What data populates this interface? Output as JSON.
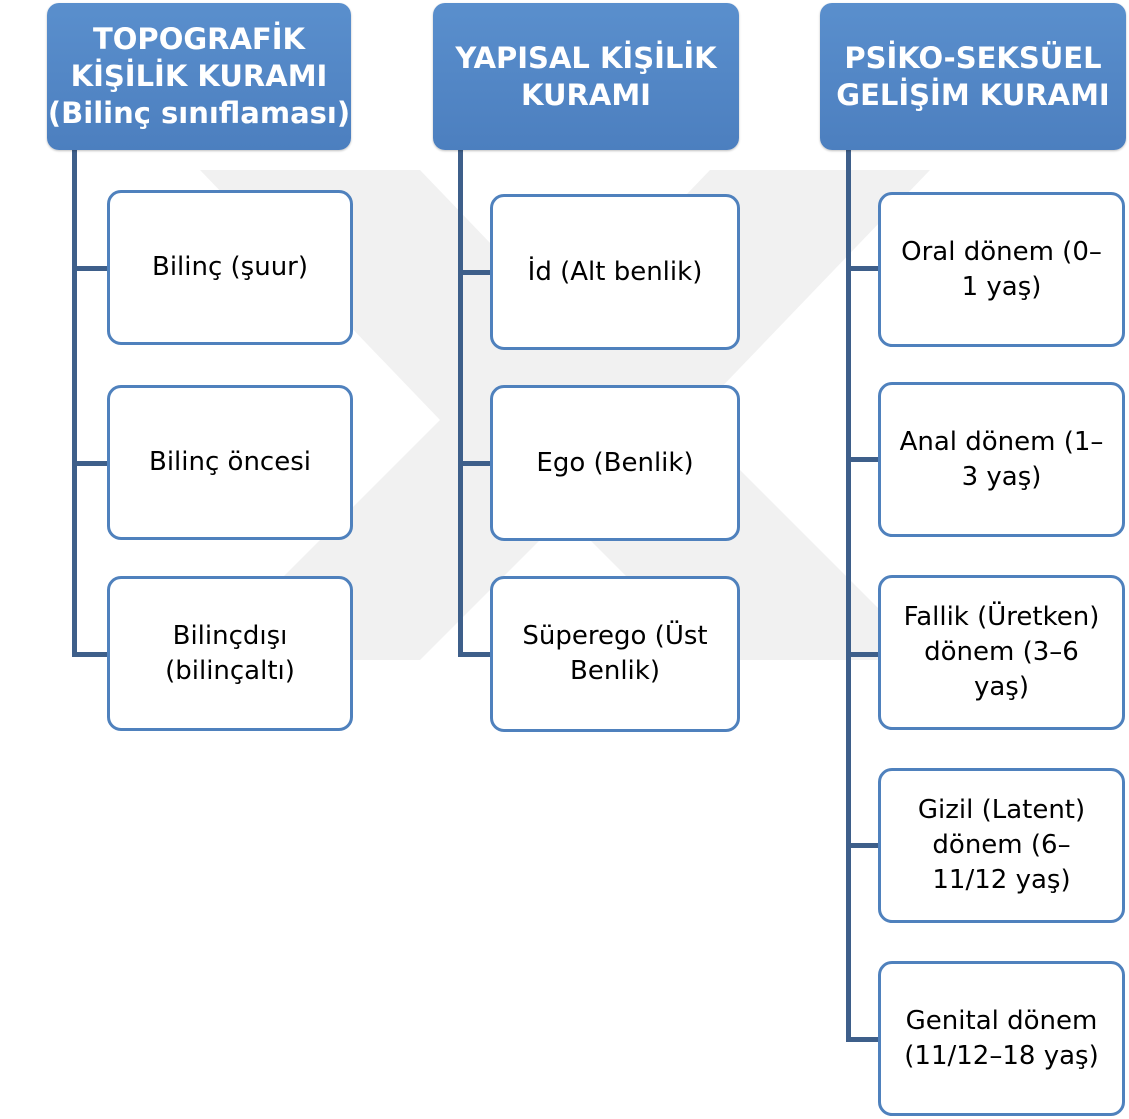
{
  "colors": {
    "header_fill": "#4f81bd",
    "child_border": "#4f81bd",
    "connector": "#3e5f8a",
    "watermark": "#f0f0f0"
  },
  "columns": [
    {
      "header": "TOPOGRAFİK\nKİŞİLİK KURAMI\n(Bilinç sınıflaması)",
      "items": [
        "Bilinç (şuur)",
        "Bilinç öncesi",
        "Bilinçdışı\n(bilinçaltı)"
      ]
    },
    {
      "header": "YAPISAL KİŞİLİK\nKURAMI",
      "items": [
        "İd (Alt benlik)",
        "Ego (Benlik)",
        "Süperego (Üst\nBenlik)"
      ]
    },
    {
      "header": "PSİKO-SEKSÜEL\nGELİŞİM KURAMI",
      "items": [
        "Oral dönem (0–\n1 yaş)",
        "Anal dönem (1–\n3 yaş)",
        "Fallik (Üretken)\ndönem (3–6\nyaş)",
        "Gizil (Latent)\ndönem (6–\n11/12 yaş)",
        "Genital dönem\n(11/12–18 yaş)"
      ]
    }
  ]
}
